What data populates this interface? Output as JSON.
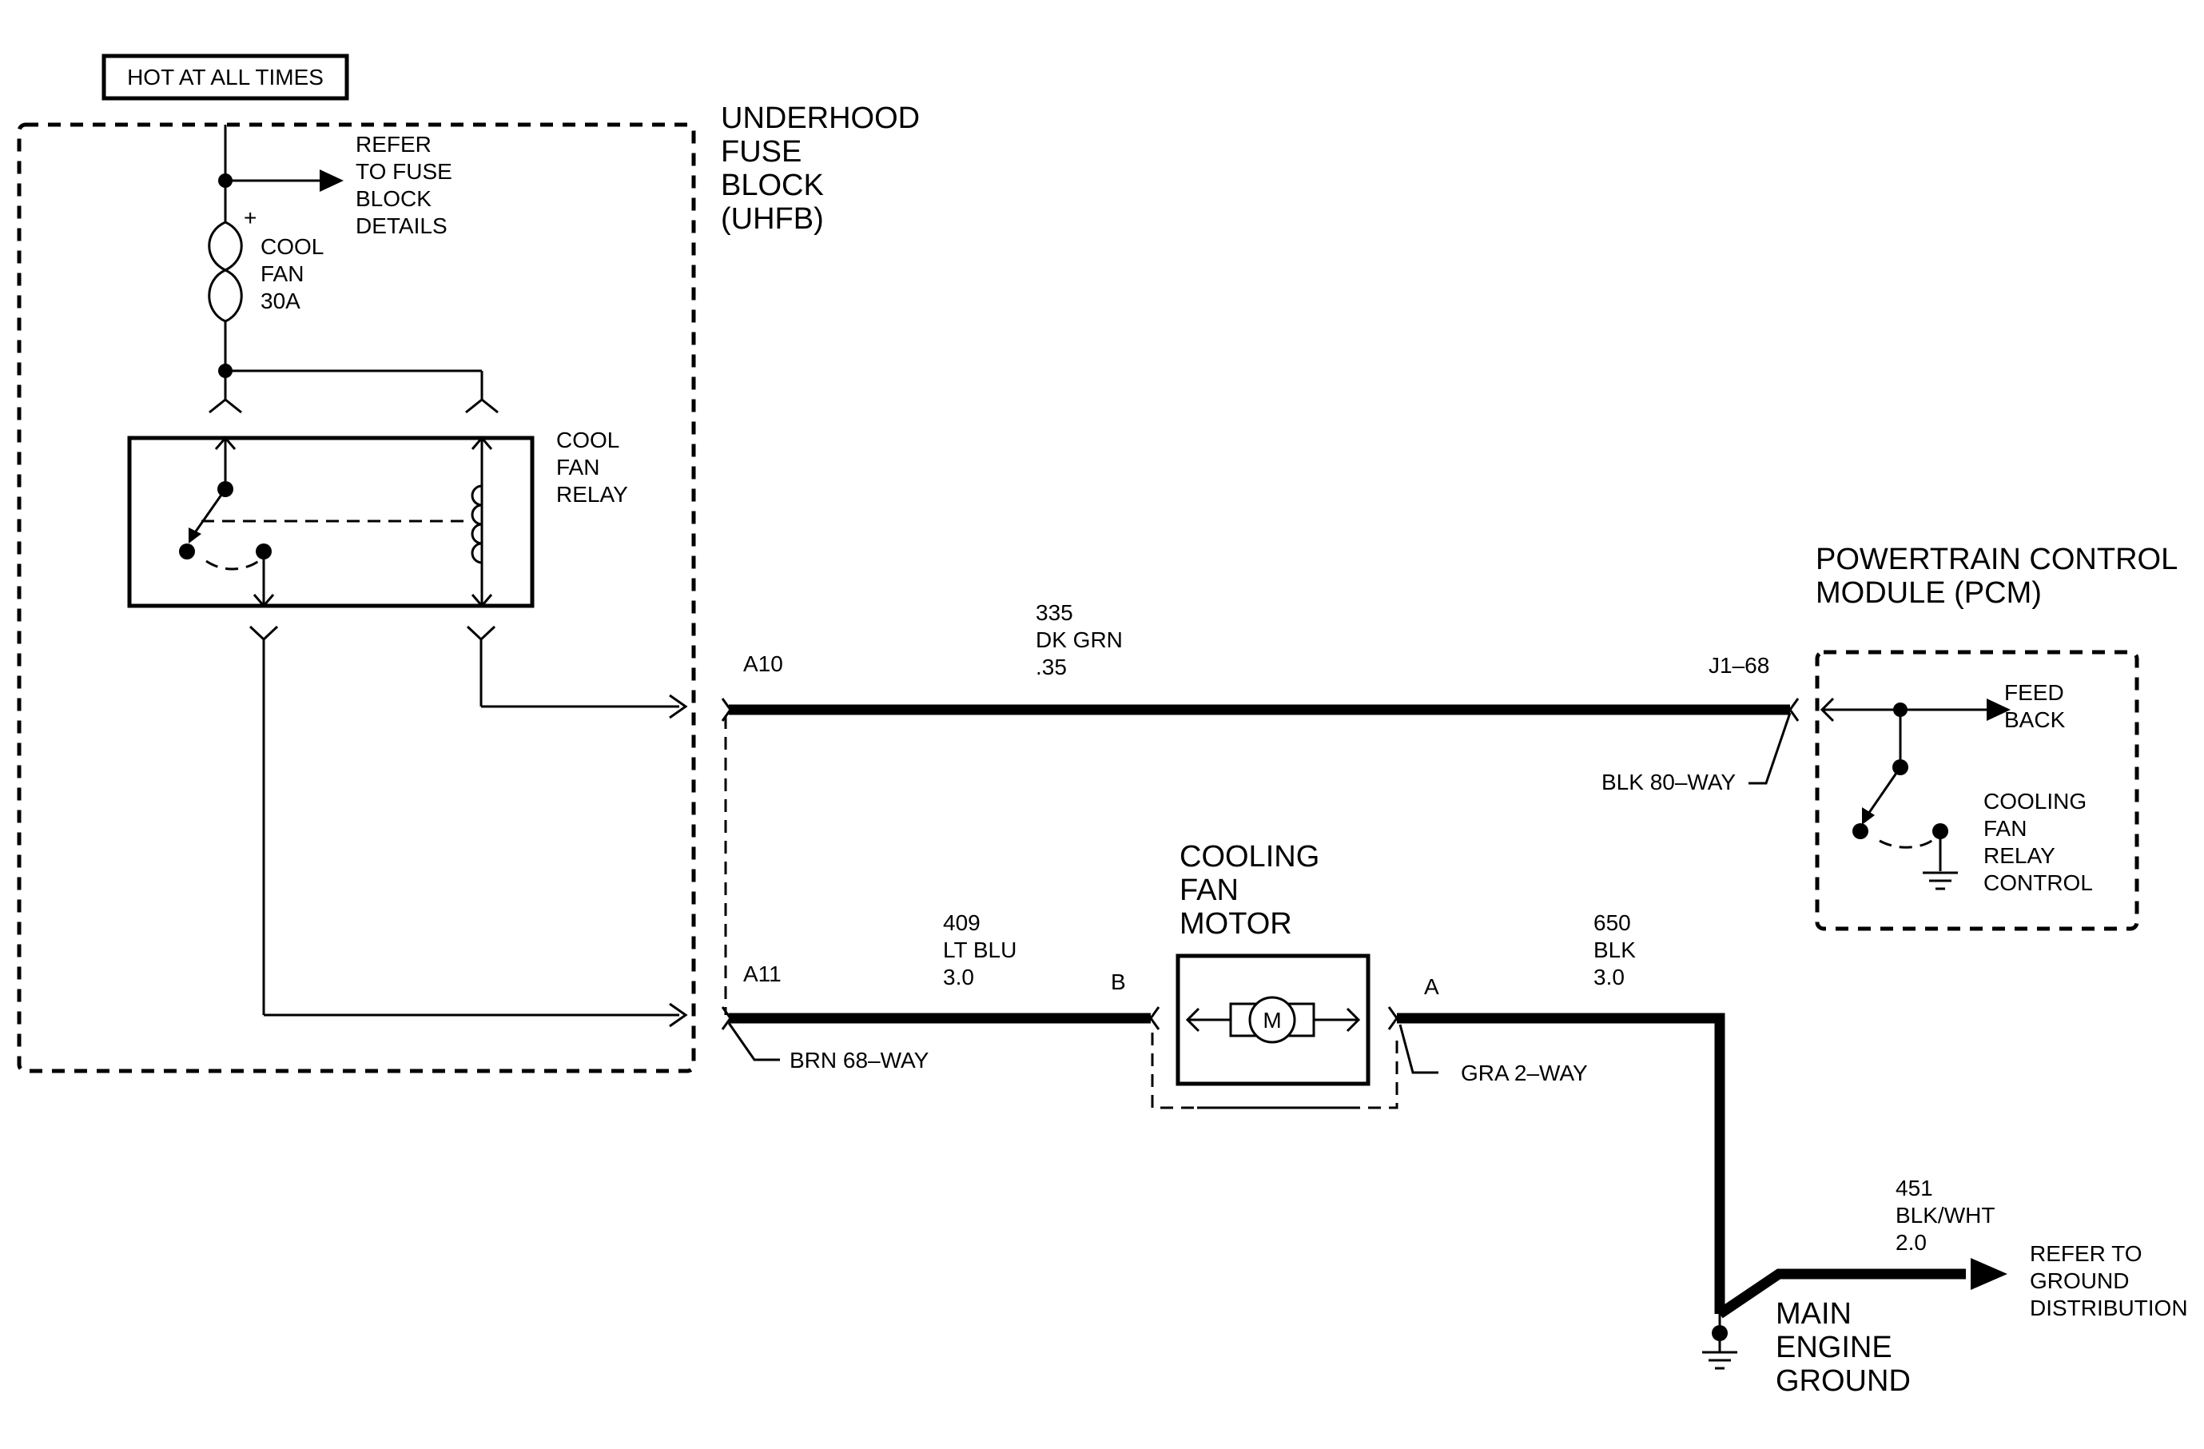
{
  "labels": {
    "hot_at_all_times": "HOT AT ALL TIMES",
    "uhfb": [
      "UNDERHOOD",
      "FUSE",
      "BLOCK",
      "(UHFB)"
    ],
    "refer_fuse_block": [
      "REFER",
      "TO FUSE",
      "BLOCK",
      "DETAILS"
    ],
    "cool_fan_fuse": [
      "COOL",
      "FAN",
      "30A"
    ],
    "fuse_plus": "+",
    "cool_fan_relay": [
      "COOL",
      "FAN",
      "RELAY"
    ],
    "pcm": [
      "POWERTRAIN CONTROL",
      "MODULE (PCM)"
    ],
    "feed_back": [
      "FEED",
      "BACK"
    ],
    "cooling_fan_relay_control": [
      "COOLING",
      "FAN",
      "RELAY",
      "CONTROL"
    ],
    "cooling_fan_motor": [
      "COOLING",
      "FAN",
      "MOTOR"
    ],
    "motor_symbol": "M",
    "main_engine_ground": [
      "MAIN",
      "ENGINE",
      "GROUND"
    ],
    "refer_ground_distribution": [
      "REFER TO",
      "GROUND",
      "DISTRIBUTION"
    ]
  },
  "pins": {
    "a10": "A10",
    "a11": "A11",
    "j1_68": "J1–68",
    "b": "B",
    "a": "A"
  },
  "connectors": {
    "brn_68_way": "BRN 68–WAY",
    "blk_80_way": "BLK 80–WAY",
    "gra_2_way": "GRA 2–WAY"
  },
  "wires": {
    "w335": [
      "335",
      "DK GRN",
      ".35"
    ],
    "w409": [
      "409",
      "LT BLU",
      "3.0"
    ],
    "w650": [
      "650",
      "BLK",
      "3.0"
    ],
    "w451": [
      "451",
      "BLK/WHT",
      "2.0"
    ]
  }
}
